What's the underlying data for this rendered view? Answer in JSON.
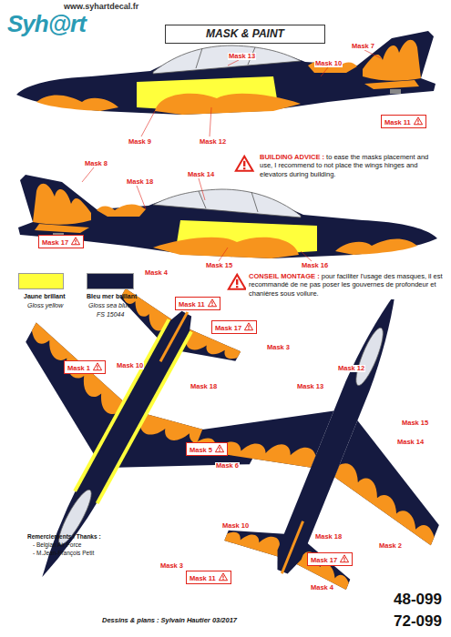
{
  "diagram": {
    "title": "MASK & PAINT",
    "nodes": [
      {
        "text": [
          "Mask 11"
        ]
      },
      {
        "text": [
          "BUILDING ADVICE :",
          "to ease the masks placement and use, I recommend to not place the wings hinges and elevators during building."
        ]
      },
      {
        "text": [
          "Mask 17"
        ]
      },
      {
        "text": [
          "CONSEIL MONTAGE :",
          "pour faciliter l'usage des masques, il est recommandé de ne pas poser les gouvernes de profondeur et chanières sous voilure."
        ]
      },
      {
        "text": [
          "Mask 11"
        ]
      },
      {
        "text": [
          "Mask 17"
        ]
      },
      {
        "text": [
          "Mask 1"
        ]
      },
      {
        "text": [
          "Mask 5"
        ]
      },
      {
        "text": [
          "Mask 17"
        ]
      },
      {
        "text": [
          "Mask 11"
        ]
      }
    ],
    "labels": [
      "www.syhartdecal.fr",
      "Syh@rt",
      "Mask 13",
      "Mask 10",
      "Mask 7",
      "Mask 9",
      "Mask 12",
      "Mask 8",
      "Mask 18",
      "Mask 14",
      "Mask 15",
      "Mask 16",
      "Gloss yellow",
      "Gloss sea blue",
      "FS 15044",
      "Mask 4",
      "Mask 3",
      "Mask 10",
      "Mask 18",
      "Mask 12",
      "Mask 13",
      "Mask 15",
      "Mask 14",
      "Mask 6",
      "Mask 10",
      "Mask 18",
      "Mask 2",
      "Remerciements / Thanks :",
      "- Belgian Air Force",
      "- M.Jean-François Petit",
      "Mask 3",
      "Mask 4",
      "Dessins & plans : Sylvain Hautier 03/2017",
      "48-099",
      "72-099"
    ],
    "legend": [
      {
        "text": "Jaune brillant",
        "color": "#ffff3c"
      },
      {
        "text": "Bleu mer brillant",
        "color": "#151a40"
      }
    ]
  }
}
